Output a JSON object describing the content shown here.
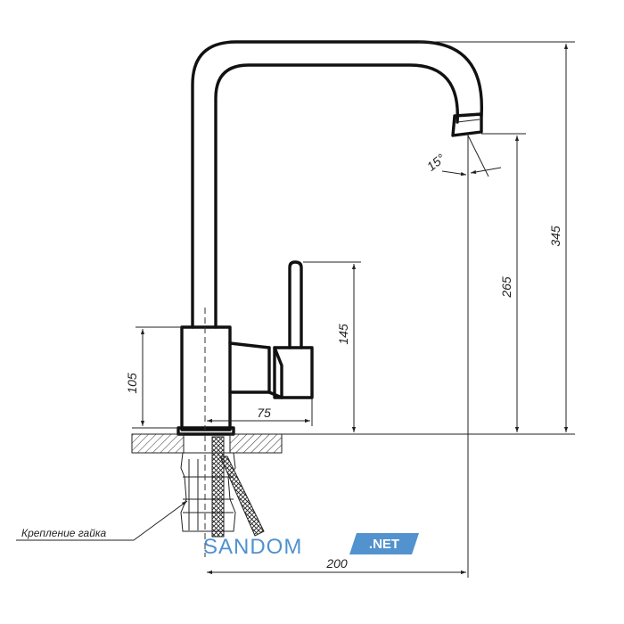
{
  "drawing": {
    "dimensions": {
      "angle": "15°",
      "height_total": "345",
      "height_spout": "265",
      "height_handle": "145",
      "height_body": "105",
      "reach_handle": "75",
      "reach_total": "200"
    },
    "callout": {
      "label": "Крепление гайка"
    }
  },
  "watermark": {
    "brand": "SANDOM",
    "suffix": ".NET",
    "color": "#3f86c9"
  }
}
